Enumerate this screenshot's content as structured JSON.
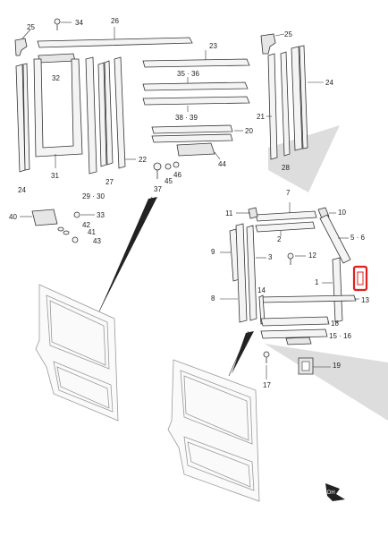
{
  "diagram": {
    "labels": {
      "p1": "1",
      "p2": "2",
      "p3": "3",
      "p5_6": "5 · 6",
      "p7": "7",
      "p8": "8",
      "p9": "9",
      "p10": "10",
      "p11": "11",
      "p12": "12",
      "p13": "13",
      "p14": "14",
      "p15_16": "15 · 16",
      "p17": "17",
      "p18": "18",
      "p19": "19",
      "p20": "20",
      "p21": "21",
      "p22": "22",
      "p23": "23",
      "p24a": "24",
      "p24b": "24",
      "p25a": "25",
      "p25b": "25",
      "p26": "26",
      "p27": "27",
      "p28": "28",
      "p29_30": "29 · 30",
      "p31": "31",
      "p32": "32",
      "p33": "33",
      "p34": "34",
      "p35_36": "35 · 36",
      "p37": "37",
      "p38_39": "38 · 39",
      "p40": "40",
      "p41": "41",
      "p42": "42",
      "p43": "43",
      "p44": "44",
      "p45": "45",
      "p46": "46"
    },
    "front_mark": "DH",
    "highlight_color": "#e02020",
    "shade_color": "#cfcfcf"
  }
}
